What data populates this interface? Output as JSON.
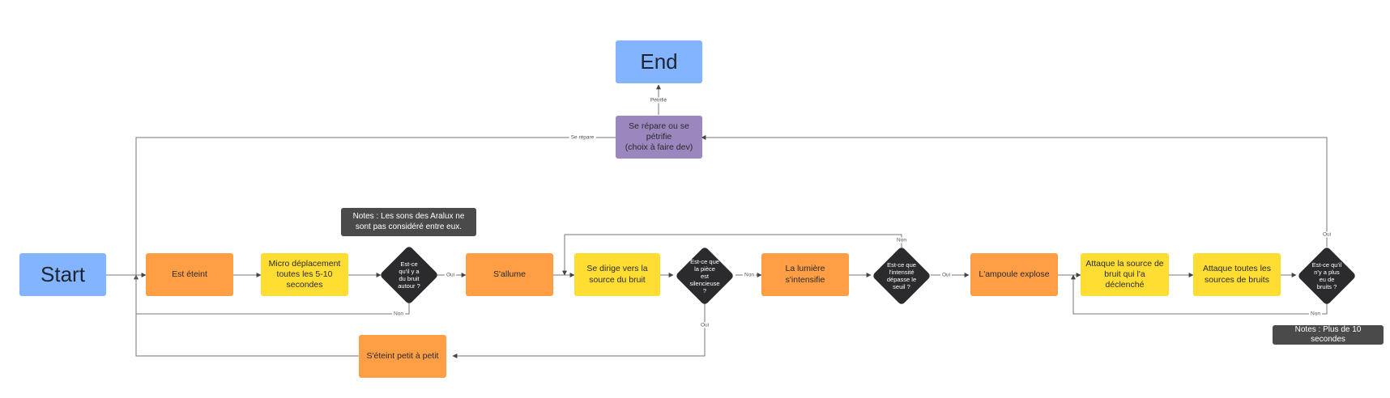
{
  "nodes": {
    "start": "Start",
    "end": "End",
    "est_eteint": "Est éteint",
    "micro": "Micro déplacement\ntoutes les 5-10\nsecondes",
    "q_bruit": "Est-ce\nqu'il y a\ndu bruit\nautour ?",
    "sallume": "S'allume",
    "dirige": "Se dirige vers la\nsource du bruit",
    "q_silence": "Est-ce que\nla pièce\nest\nsilencieuse\n?",
    "intensifie": "La lumière\ns'intensifie",
    "q_seuil": "Est-ce que\nl'intensité\ndépasse le\nseuil ?",
    "explose": "L'ampoule explose",
    "attaque_source": "Attaque la source de\nbruit qui l'a\ndéclenché",
    "attaque_toutes": "Attaque toutes les\nsources de bruits",
    "q_plus": "Est-ce qu'il\nn'y a plus\neu de\nbruits ?",
    "repare": "Se répare ou se\npétrifie\n(choix à faire dev)",
    "eteint_petit": "S'éteint petit à petit"
  },
  "notes": {
    "aralux": "Notes : Les sons des Aralux ne\nsont pas considéré entre eux.",
    "plus10": "Notes : Plus de 10 secondes"
  },
  "edge_labels": {
    "oui_bruit": "Oui",
    "non_bruit": "Non",
    "non_silence": "Non",
    "oui_silence": "Oui",
    "non_seuil": "Non",
    "oui_seuil": "Oui",
    "oui_plus": "Oui",
    "non_plus": "Non",
    "petrifie": "Pétrifié",
    "repare": "Se répare"
  },
  "colors": {
    "terminal": "#82b4ff",
    "action": "#ff9e44",
    "process": "#ffdd33",
    "outcome": "#9b86bd",
    "decision": "#2b2b2e",
    "note": "#4a4a4a",
    "wire": "#555555"
  }
}
